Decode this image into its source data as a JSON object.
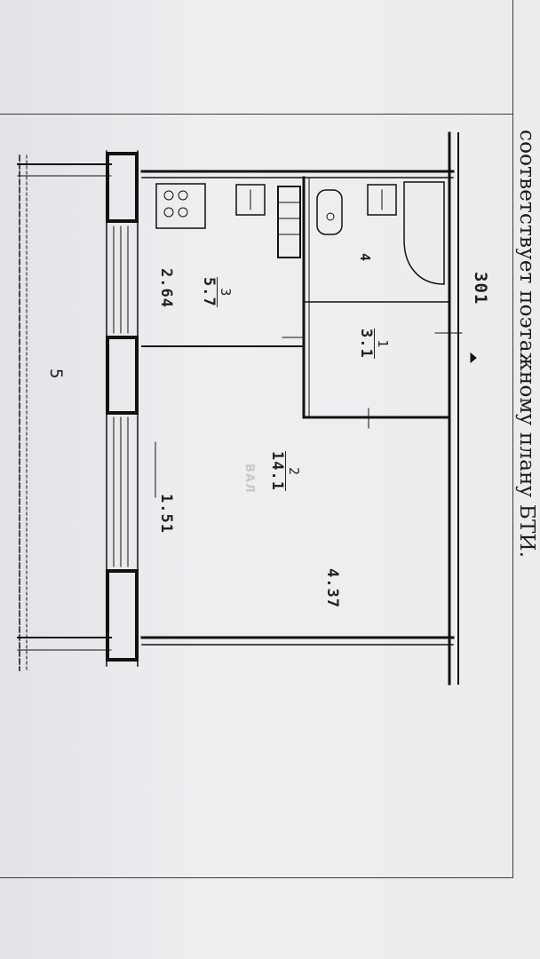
{
  "caption": "соответствует поэтажному плану БТИ.",
  "plan": {
    "building_number": "301",
    "rooms": [
      {
        "number": "1",
        "area": "3.1"
      },
      {
        "number": "2",
        "area": "14.1"
      },
      {
        "number": "3",
        "area": "5.7"
      },
      {
        "number": "4",
        "area": ""
      },
      {
        "number": "5",
        "area": ""
      }
    ],
    "dimensions": [
      "2.64",
      "1.51",
      "4.37"
    ]
  },
  "watermark": "ВАЛ"
}
